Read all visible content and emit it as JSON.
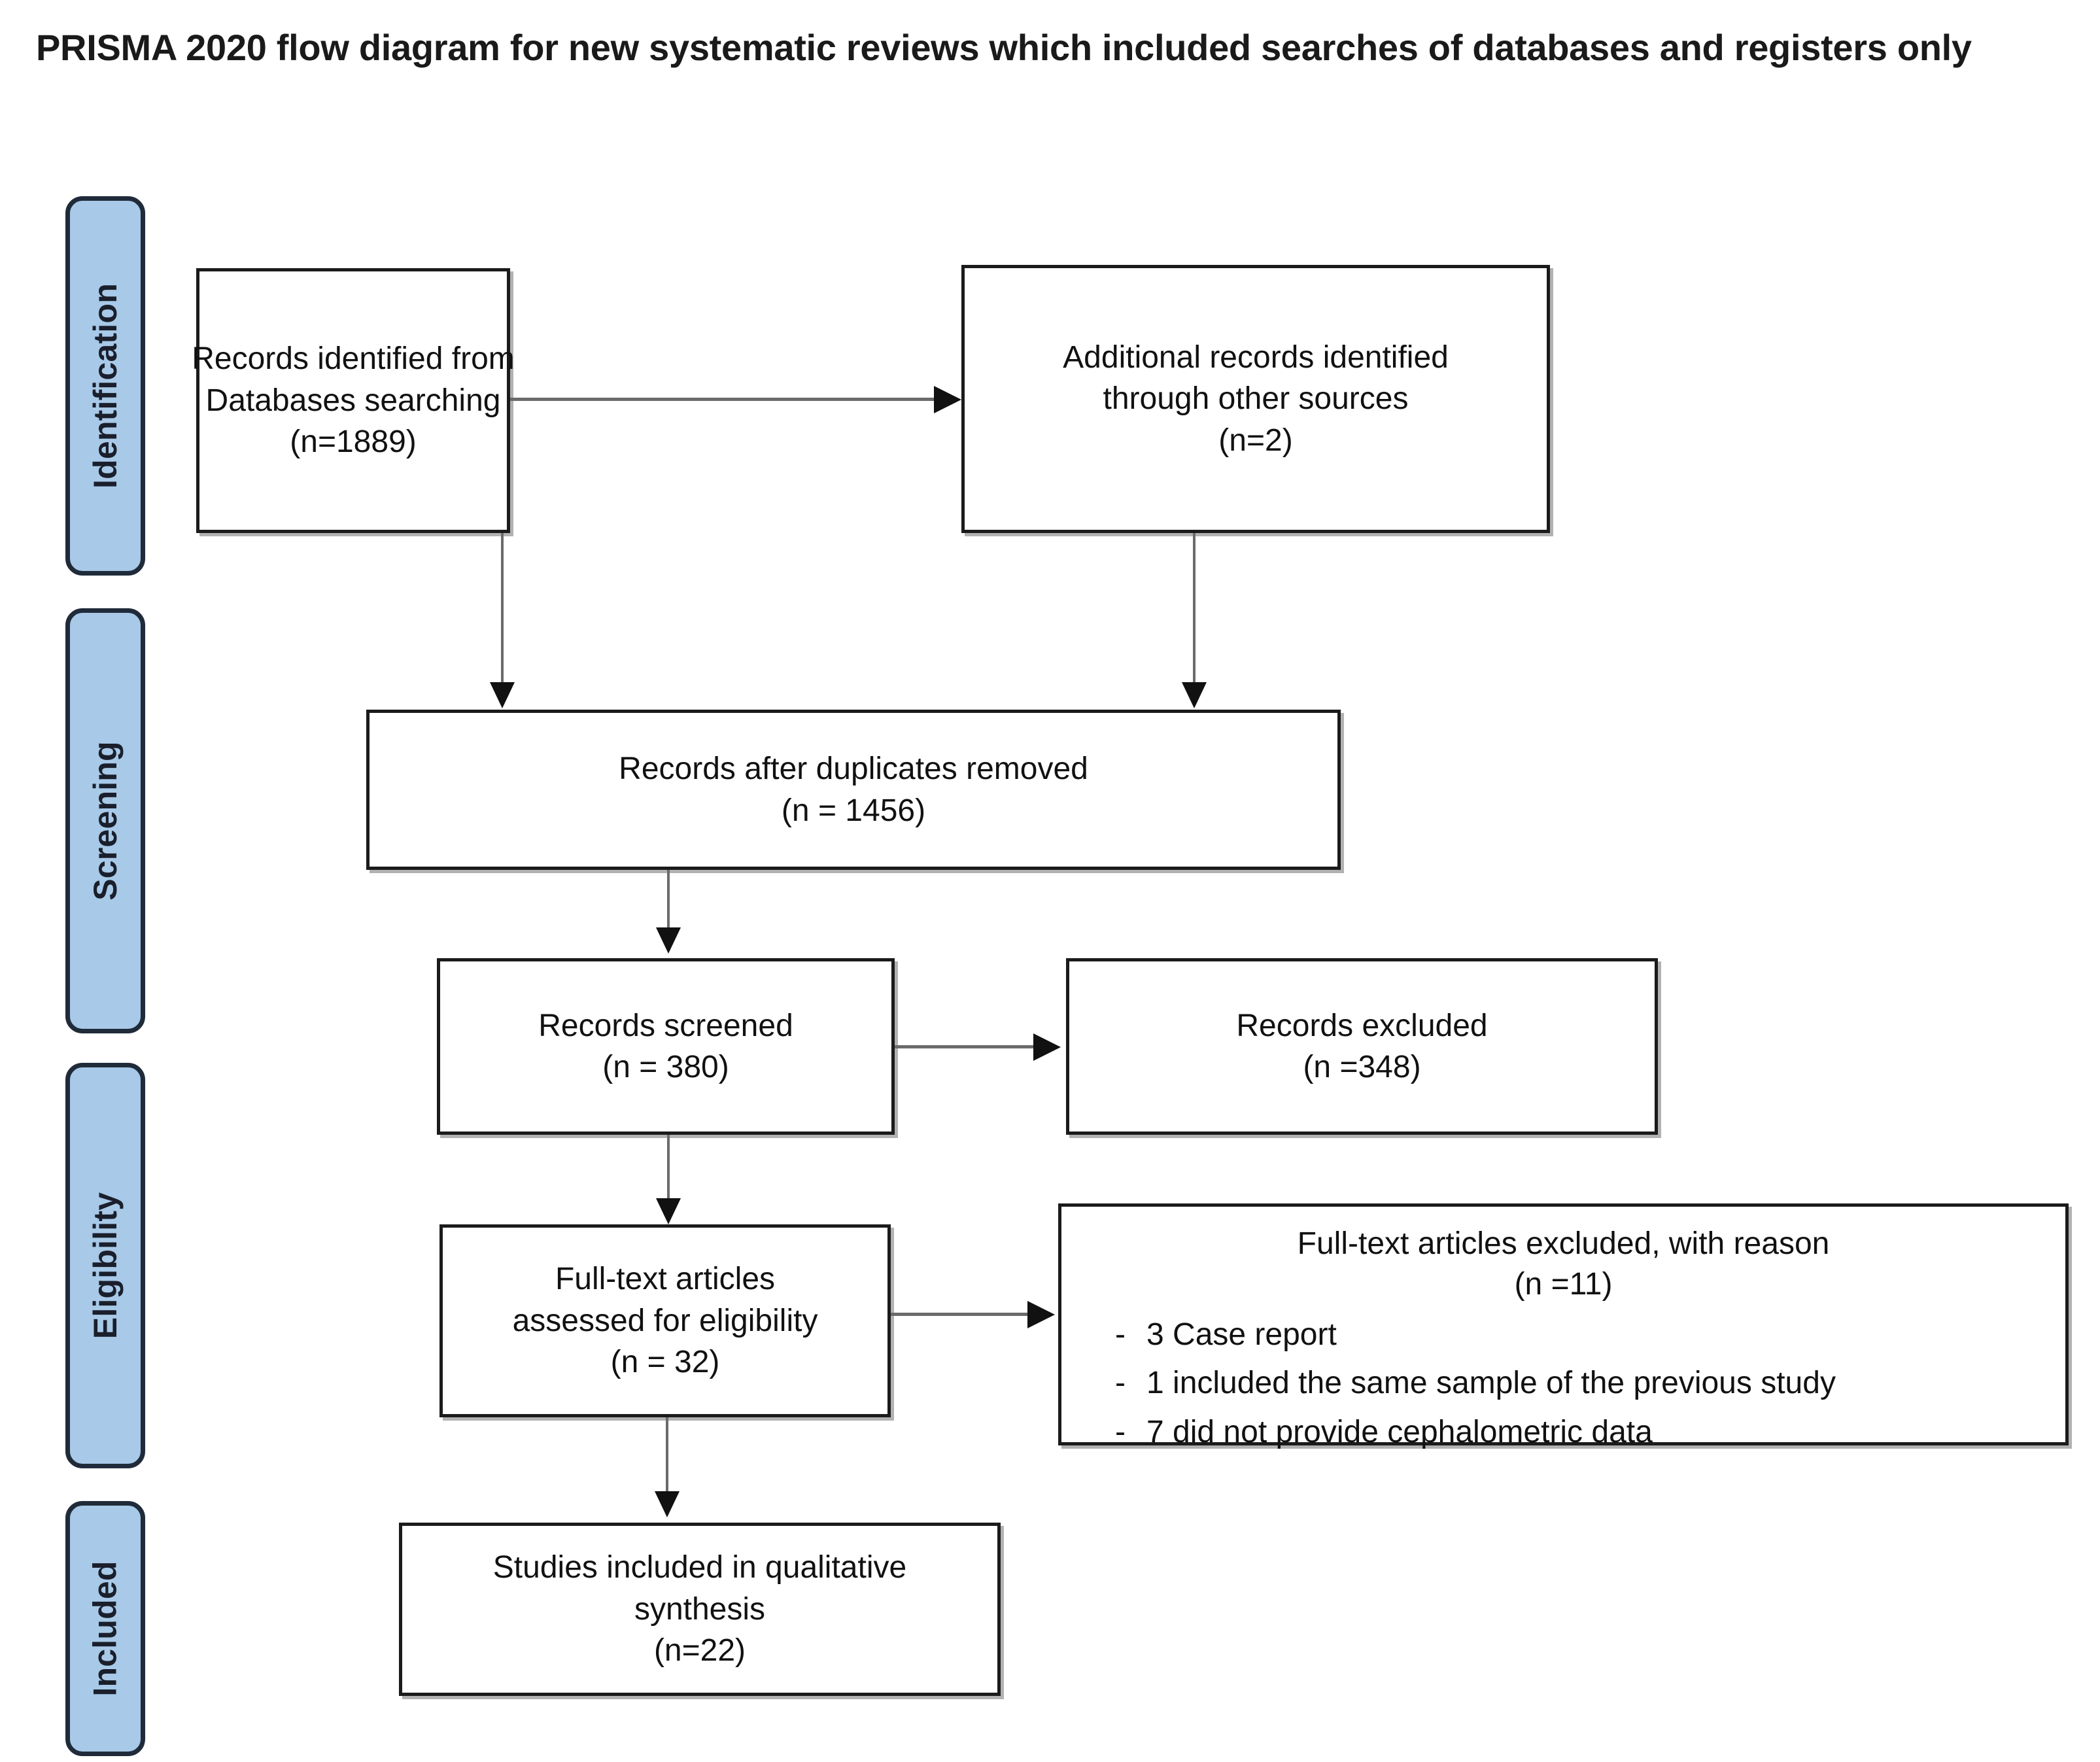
{
  "title": "PRISMA 2020 flow diagram for new systematic reviews which included searches of databases and registers only",
  "colors": {
    "stage_fill": "#a8c9e8",
    "stage_border": "#202b3a",
    "box_border": "#1b1b1b",
    "connector": "#6b6b6b",
    "text": "#111111"
  },
  "stages": [
    {
      "id": "identification",
      "label": "Identification"
    },
    {
      "id": "screening",
      "label": "Screening"
    },
    {
      "id": "eligibility",
      "label": "Eligibility"
    },
    {
      "id": "included",
      "label": "Included"
    }
  ],
  "boxes": {
    "records_identified": {
      "line1": "Records identified from",
      "line2": "Databases searching",
      "line3": "(n=1889)"
    },
    "additional_records": {
      "line1": "Additional records identified",
      "line2": "through other sources",
      "line3": "(n=2)"
    },
    "duplicates_removed": {
      "line1": "Records after duplicates removed",
      "line2": "(n = 1456)"
    },
    "records_screened": {
      "line1": "Records screened",
      "line2": "(n = 380)"
    },
    "records_excluded": {
      "line1": "Records excluded",
      "line2": "(n =348)"
    },
    "fulltext_assessed": {
      "line1": "Full-text articles",
      "line2": "assessed for eligibility",
      "line3": "(n = 32)"
    },
    "fulltext_excluded": {
      "line1": "Full-text articles excluded, with reason",
      "line2": "(n =11)",
      "bullet_marker": "-",
      "reasons": [
        "3 Case report",
        "1 included the same sample of the previous study",
        "7 did not provide cephalometric data"
      ]
    },
    "studies_included": {
      "line1": "Studies included in qualitative",
      "line2": "synthesis",
      "line3": "(n=22)"
    }
  }
}
